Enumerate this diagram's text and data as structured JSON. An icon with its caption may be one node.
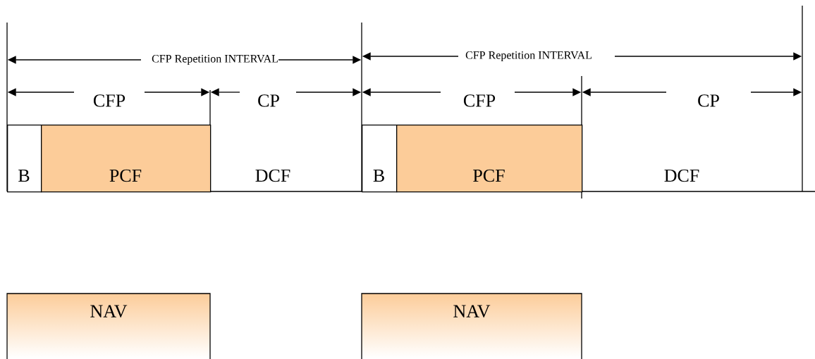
{
  "diagram": {
    "nodes": [
      {
        "text": [
          "B"
        ]
      },
      {
        "text": [
          "PCF"
        ]
      },
      {
        "text": [
          "B"
        ]
      },
      {
        "text": [
          "PCF"
        ]
      },
      {
        "text": [
          "NAV"
        ]
      },
      {
        "text": [
          "NAV"
        ]
      }
    ],
    "labels": [
      "CFP Repetition INTERVAL",
      "CFP Repetition INTERVAL",
      "CFP",
      "CP",
      "CFP",
      "CP",
      "DCF",
      "DCF"
    ]
  }
}
